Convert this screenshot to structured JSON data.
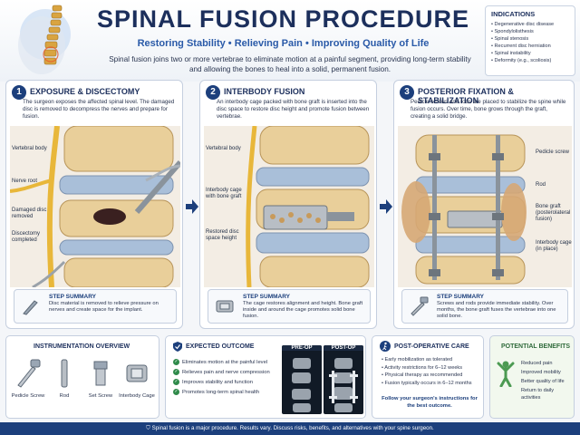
{
  "header": {
    "title": "SPINAL FUSION PROCEDURE",
    "subtitle": "Restoring Stability • Relieving Pain • Improving Quality of Life",
    "intro": "Spinal fusion joins two or more vertebrae to eliminate motion at a painful segment, providing long-term stability and allowing the bones to heal into a solid, permanent fusion."
  },
  "indications": {
    "title": "INDICATIONS",
    "items": [
      "Degenerative disc disease",
      "Spondylolisthesis",
      "Spinal stenosis",
      "Recurrent disc herniation",
      "Spinal instability",
      "Deformity (e.g., scoliosis)"
    ]
  },
  "steps": [
    {
      "number": "1",
      "title": "EXPOSURE & DISCECTOMY",
      "description": "The surgeon exposes the affected spinal level. The damaged disc is removed to decompress the nerves and prepare for fusion.",
      "callouts": [
        "Vertebral body",
        "Nerve root",
        "Damaged disc removed",
        "Discectomy completed"
      ],
      "summary_title": "STEP SUMMARY",
      "summary_text": "Disc material is removed to relieve pressure on nerves and create space for the implant."
    },
    {
      "number": "2",
      "title": "INTERBODY FUSION",
      "description": "An interbody cage packed with bone graft is inserted into the disc space to restore disc height and promote fusion between vertebrae.",
      "callouts": [
        "Vertebral body",
        "Interbody cage with bone graft",
        "Restored disc space height"
      ],
      "summary_title": "STEP SUMMARY",
      "summary_text": "The cage restores alignment and height. Bone graft inside and around the cage promotes solid bone fusion."
    },
    {
      "number": "3",
      "title": "POSTERIOR FIXATION & STABILIZATION",
      "description": "Pedicle screws and rods are placed to stabilize the spine while fusion occurs. Over time, bone grows through the graft, creating a solid bridge.",
      "callouts": [
        "Pedicle screw",
        "Rod",
        "Bone graft (posterolateral fusion)",
        "Interbody cage (in place)"
      ],
      "summary_title": "STEP SUMMARY",
      "summary_text": "Screws and rods provide immediate stability. Over months, the bone graft fuses the vertebrae into one solid bone."
    }
  ],
  "instrumentation": {
    "title": "INSTRUMENTATION OVERVIEW",
    "items": [
      "Pedicle Screw",
      "Rod",
      "Set Screw",
      "Interbody Cage"
    ]
  },
  "outcome": {
    "title": "EXPECTED OUTCOME",
    "items": [
      "Eliminates motion at the painful level",
      "Relieves pain and nerve compression",
      "Improves stability and function",
      "Promotes long-term spinal health"
    ],
    "pre_label": "PRE-OP",
    "post_label": "POST-OP"
  },
  "care": {
    "title": "POST-OPERATIVE CARE",
    "items": [
      "Early mobilization as tolerated",
      "Activity restrictions for 6–12 weeks",
      "Physical therapy as recommended",
      "Fusion typically occurs in 6–12 months"
    ],
    "note": "Follow your surgeon's instructions for the best outcome."
  },
  "benefits": {
    "title": "POTENTIAL BENEFITS",
    "items": [
      "Reduced pain",
      "Improved mobility",
      "Better quality of life",
      "Return to daily activities"
    ]
  },
  "footer": {
    "text": "Spinal fusion is a major procedure. Results vary. Discuss risks, benefits, and alternatives with your spine surgeon."
  },
  "colors": {
    "navy": "#1c2f5c",
    "accent_blue": "#2a5aa8",
    "bone": "#e9cf9a",
    "disc": "#a9bfd9",
    "nerve": "#e8b73a",
    "check_green": "#2f8a4a"
  }
}
